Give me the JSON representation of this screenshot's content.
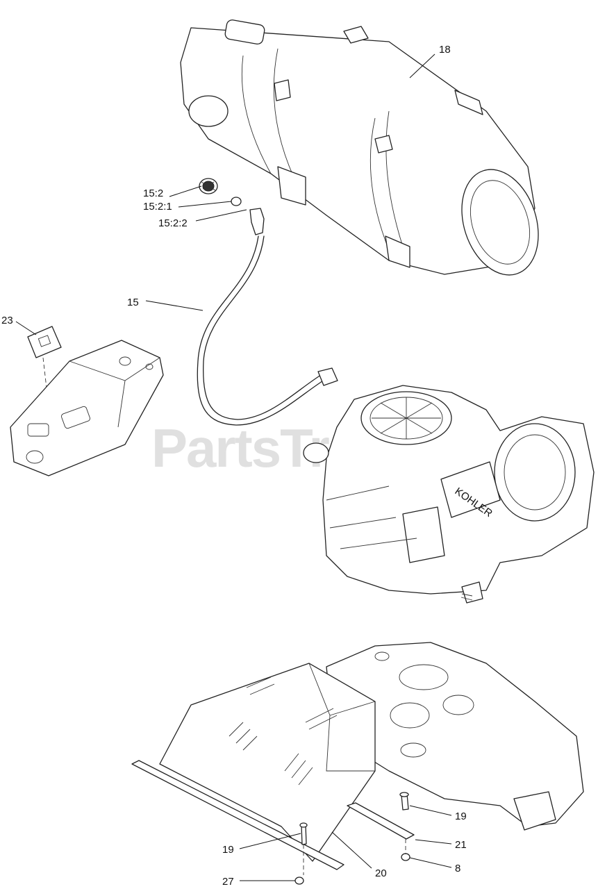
{
  "watermark": "PartsTree",
  "callouts": {
    "c18": "18",
    "c15_2": "15:2",
    "c15_2_1": "15:2:1",
    "c15_2_2": "15:2:2",
    "c15": "15",
    "c23": "23",
    "c19a": "19",
    "c21": "21",
    "c8": "8",
    "c19b": "19",
    "c20": "20",
    "c27": "27"
  },
  "engine_badge": "KOHLER"
}
